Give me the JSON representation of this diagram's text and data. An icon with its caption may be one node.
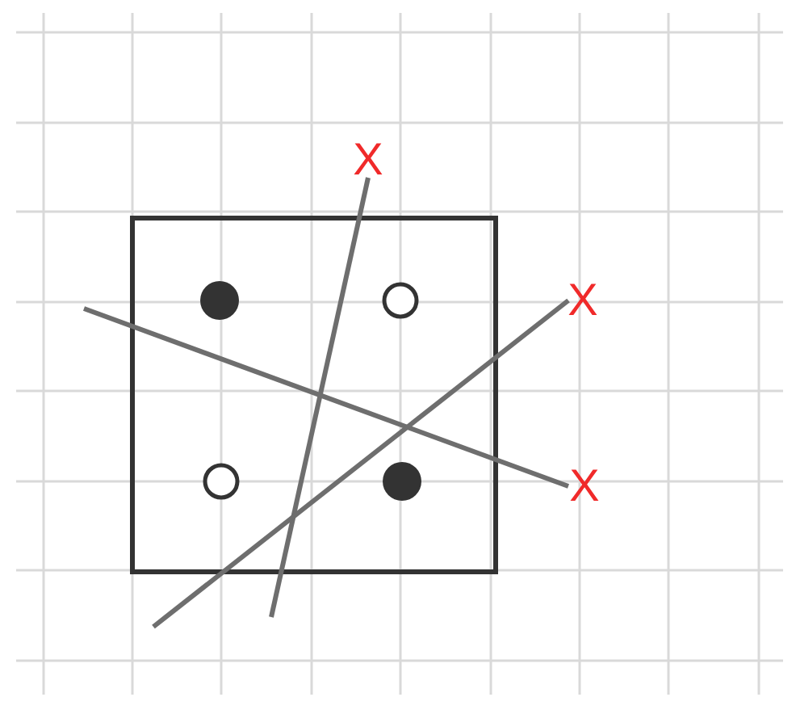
{
  "diagram": {
    "labels": [
      "X",
      "X",
      "X"
    ]
  }
}
